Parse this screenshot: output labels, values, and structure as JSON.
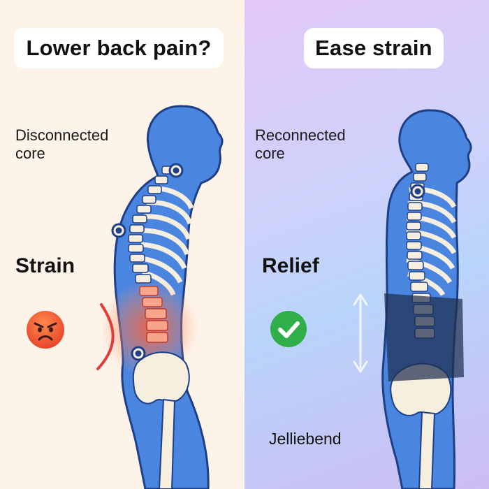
{
  "left": {
    "title": "Lower back pain?",
    "subtitle": "Disconnected\ncore",
    "state_label": "Strain",
    "emoji": "angry-face-icon",
    "accent_color": "#e23b3b"
  },
  "right": {
    "title": "Ease strain",
    "subtitle": "Reconnected\ncore",
    "state_label": "Relief",
    "emoji": "check-mark-icon",
    "accent_color": "#2fae4a",
    "brand": "Jelliebend"
  },
  "colors": {
    "body_blue": "#4a86e0",
    "outline": "#1e3f86",
    "bone": "#f6efe0",
    "pain": "#f26b4a",
    "brace": "#1f2f4e"
  }
}
